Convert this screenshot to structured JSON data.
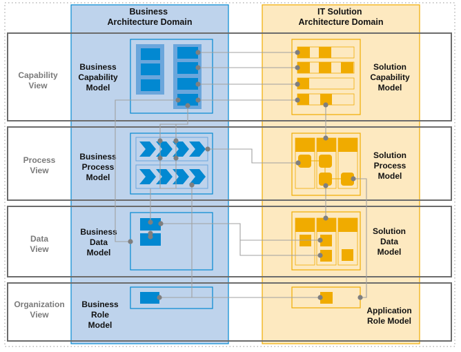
{
  "title": "Business and IT Solution Architecture Domains by View",
  "domains": [
    {
      "id": "business",
      "lines": [
        "Business",
        "Architecture Domain"
      ],
      "color": "#0288d1",
      "fill": "#bed3ec"
    },
    {
      "id": "it",
      "lines": [
        "IT Solution",
        "Architecture Domain"
      ],
      "color": "#f0ab00",
      "fill": "#fde9c0"
    }
  ],
  "views": [
    {
      "id": "capability",
      "lines": [
        "Capability",
        "View"
      ],
      "business_model": [
        "Business",
        "Capability",
        "Model"
      ],
      "it_model": [
        "Solution",
        "Capability",
        "Model"
      ]
    },
    {
      "id": "process",
      "lines": [
        "Process",
        "View"
      ],
      "business_model": [
        "Business",
        "Process",
        "Model"
      ],
      "it_model": [
        "Solution",
        "Process",
        "Model"
      ]
    },
    {
      "id": "data",
      "lines": [
        "Data",
        "View"
      ],
      "business_model": [
        "Business",
        "Data",
        "Model"
      ],
      "it_model": [
        "Solution",
        "Data",
        "Model"
      ]
    },
    {
      "id": "organization",
      "lines": [
        "Organization",
        "View"
      ],
      "business_model": [
        "Business",
        "Role",
        "Model"
      ],
      "it_model": [
        "Application",
        "Role Model"
      ]
    }
  ],
  "colors": {
    "business_dark": "#0288d1",
    "business_mid": "#6aa6dc",
    "business_light": "#bed3ec",
    "it_dark": "#f0ab00",
    "it_light": "#fde9c0",
    "connector": "#a0a0a0",
    "node": "#7f7f7f",
    "view_border": "#6b6b6b",
    "view_label": "#7a7a7a"
  }
}
